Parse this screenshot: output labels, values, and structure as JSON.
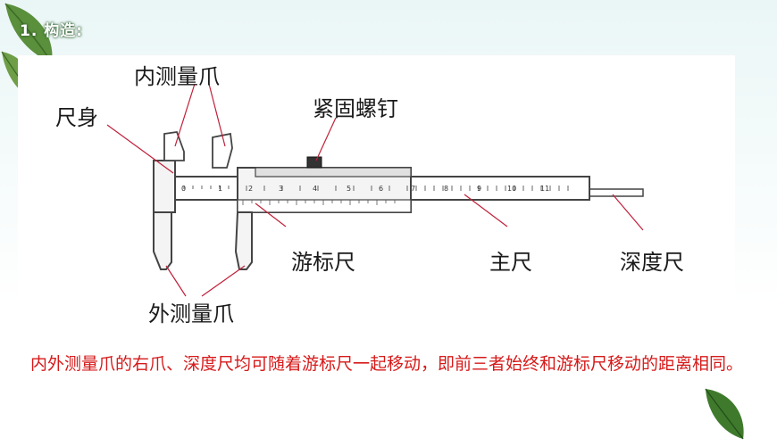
{
  "slide": {
    "title": "1. 构造:"
  },
  "diagram": {
    "labels": {
      "inner_jaw": "内测量爪",
      "ruler_body": "尺身",
      "lock_screw": "紧固螺钉",
      "vernier": "游标尺",
      "main_scale": "主尺",
      "depth_rod": "深度尺",
      "outer_jaw": "外测量爪"
    },
    "main_scale_ticks": [
      "0",
      "1",
      "2",
      "3",
      "4",
      "5",
      "6",
      "7",
      "8",
      "9",
      "10",
      "11"
    ]
  },
  "caption": {
    "text": "内外测量爪的右爪、深度尺均可随着游标尺一起移动，即前三者始终和游标尺移动的距离相同。"
  },
  "colors": {
    "caption": "#d61a1a",
    "leader_lines": "#c0203a",
    "title_outline": "#2f5f2f"
  }
}
